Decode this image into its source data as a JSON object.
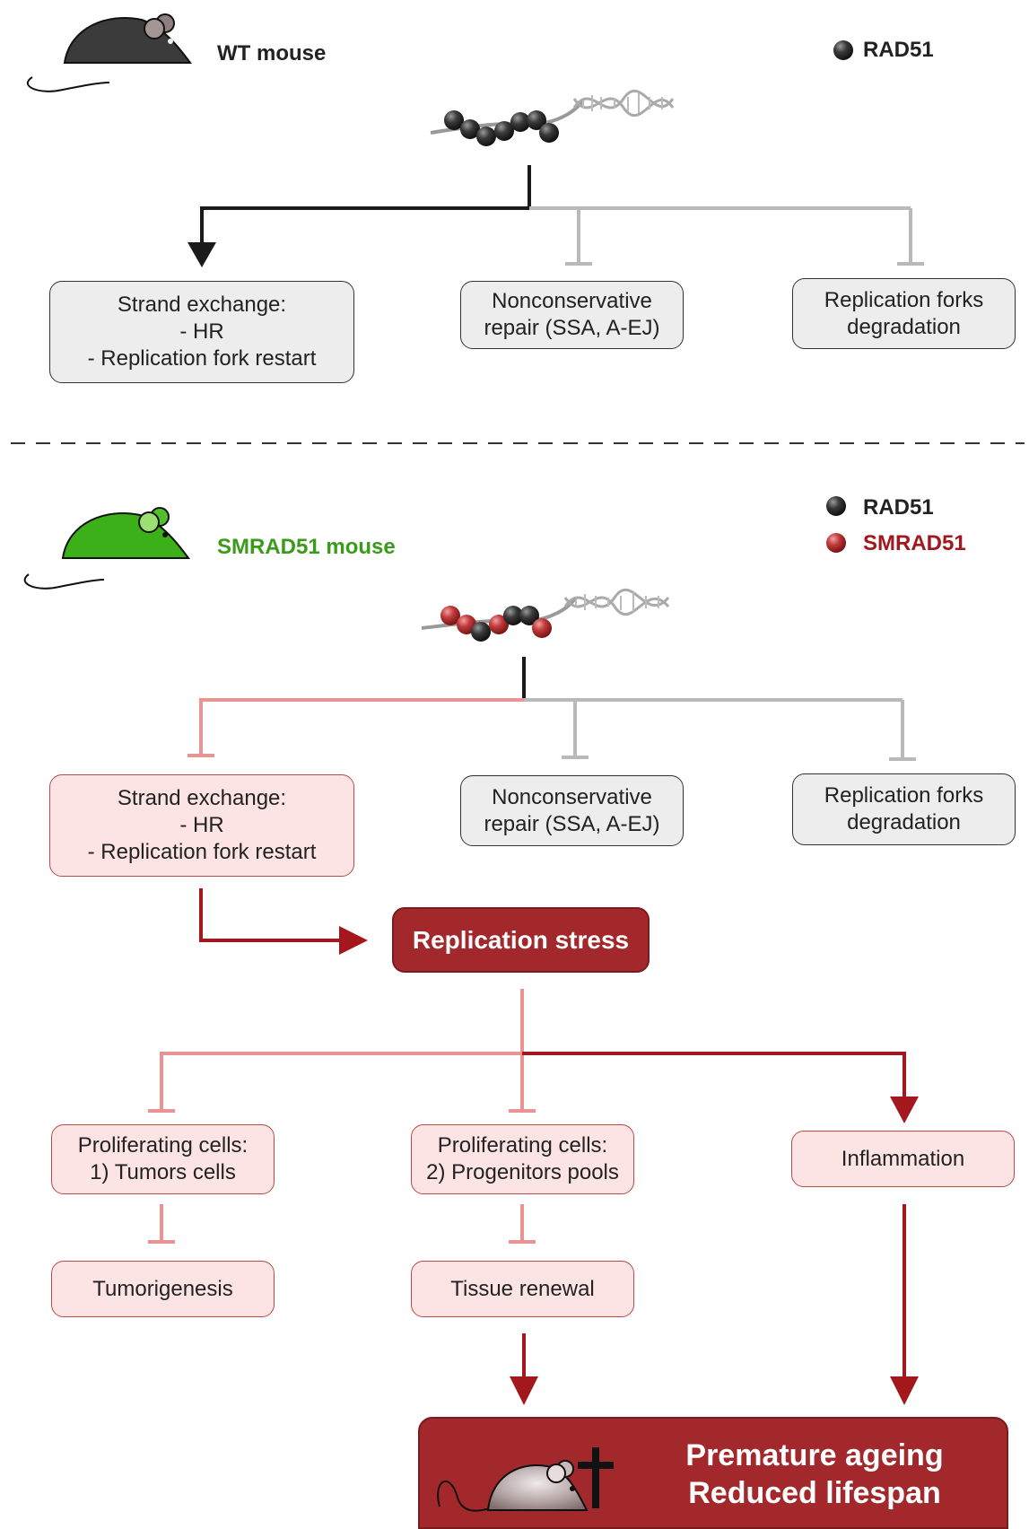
{
  "wt": {
    "mouse_label": "WT mouse",
    "legend_rad51": "RAD51",
    "boxes": {
      "strand_exchange": [
        "Strand exchange:",
        "-  HR",
        "-  Replication fork restart"
      ],
      "nonconservative": [
        "Nonconservative",
        "repair (SSA, A-EJ)"
      ],
      "fork_degradation": [
        "Replication forks",
        "degradation"
      ]
    }
  },
  "smrad": {
    "mouse_label": "SMRAD51 mouse",
    "legend_rad51": "RAD51",
    "legend_smrad51": "SMRAD51",
    "boxes": {
      "strand_exchange": [
        "Strand exchange:",
        "-  HR",
        "-  Replication fork restart"
      ],
      "nonconservative": [
        "Nonconservative",
        "repair (SSA, A-EJ)"
      ],
      "fork_degradation": [
        "Replication forks",
        "degradation"
      ],
      "replication_stress": "Replication stress",
      "tumor_cells": [
        "Proliferating cells:",
        "1) Tumors cells"
      ],
      "progenitor_pools": [
        "Proliferating cells:",
        "2) Progenitors pools"
      ],
      "inflammation": "Inflammation",
      "tumorigenesis": "Tumorigenesis",
      "tissue_renewal": "Tissue renewal",
      "outcome": [
        "Premature ageing",
        "Reduced lifespan"
      ]
    }
  },
  "colors": {
    "black": "#1a1a1a",
    "grey_line": "#b9b9b9",
    "pink_line": "#e89394",
    "dark_red": "#a3181c",
    "wt_mouse": "#3b3b3b",
    "smrad_mouse": "#3cb018",
    "smrad_label": "#3a9a1a",
    "smrad51_legend": "#a3181c"
  }
}
